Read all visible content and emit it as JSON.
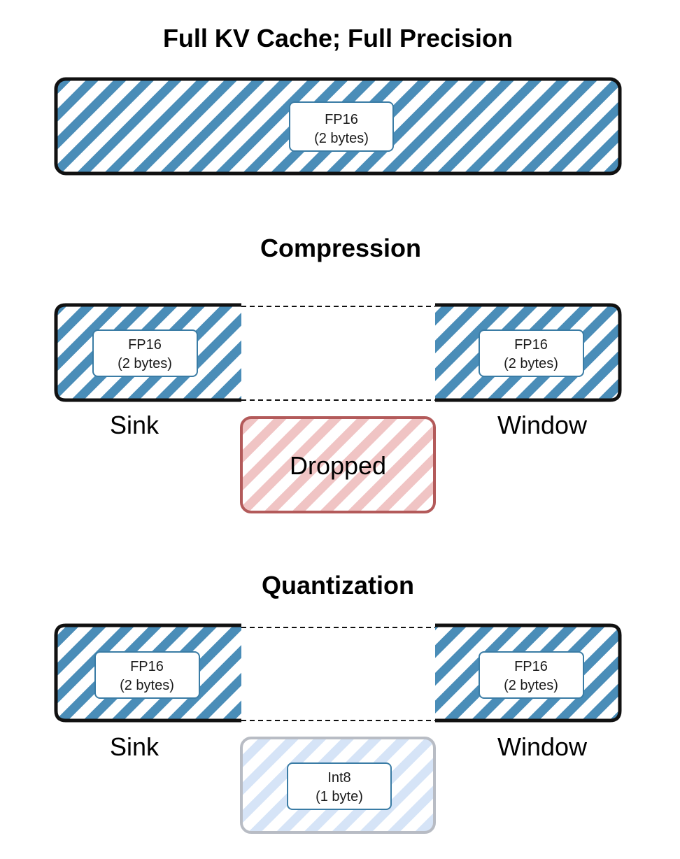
{
  "sections": {
    "full": {
      "title": "Full KV Cache; Full Precision",
      "block": {
        "line1": "FP16",
        "line2": "(2 bytes)"
      }
    },
    "compression": {
      "title": "Compression",
      "sink": {
        "line1": "FP16",
        "line2": "(2 bytes)",
        "label": "Sink"
      },
      "window": {
        "line1": "FP16",
        "line2": "(2 bytes)",
        "label": "Window"
      },
      "middle": {
        "label": "Dropped"
      }
    },
    "quantization": {
      "title": "Quantization",
      "sink": {
        "line1": "FP16",
        "line2": "(2 bytes)",
        "label": "Sink"
      },
      "window": {
        "line1": "FP16",
        "line2": "(2 bytes)",
        "label": "Window"
      },
      "middle": {
        "line1": "Int8",
        "line2": "(1 byte)"
      }
    }
  },
  "colors": {
    "fp16_hatch": "#4a8db8",
    "dropped_hatch": "#f0c4c4",
    "dropped_border": "#b35a5a",
    "int8_hatch": "#d6e4f7",
    "int8_border": "#b8bcc4",
    "label_box_border": "#3a7ca5",
    "outline": "#111111"
  }
}
